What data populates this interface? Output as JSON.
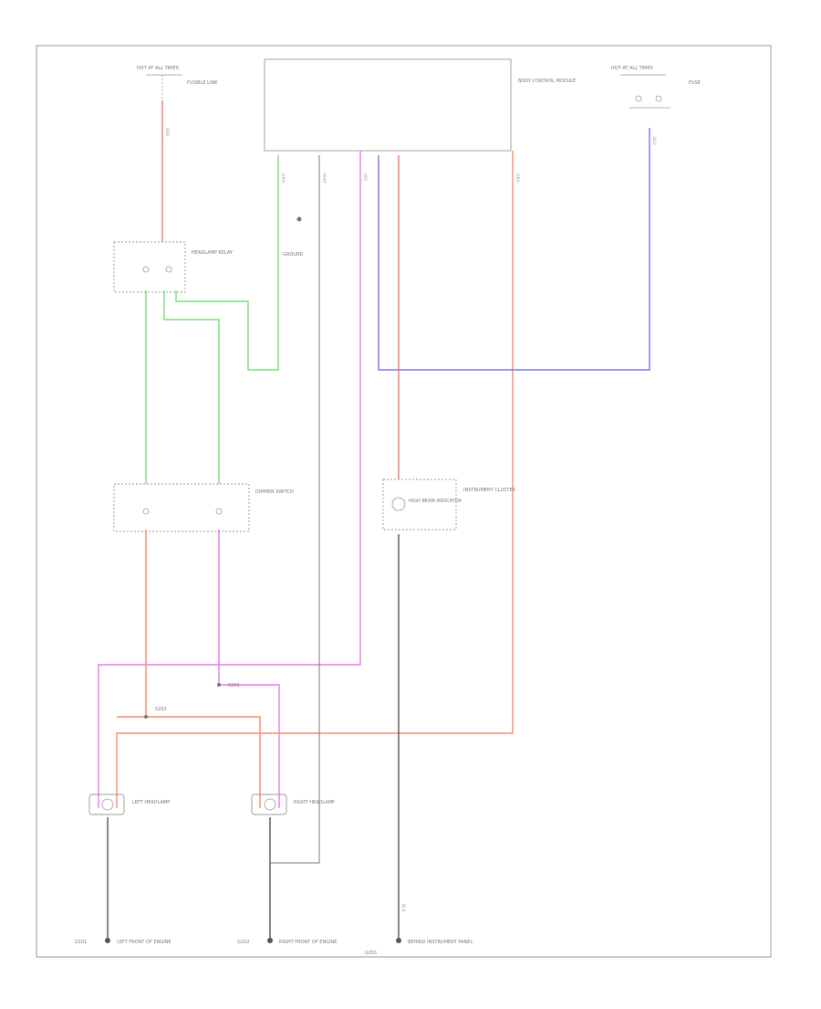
{
  "diagram": {
    "figure_id": "",
    "labels": {
      "hot_top_left": "HOT AT ALL TIMES",
      "fuse_top_left": "FUSIBLE LINK",
      "hot_top_right": "HOT AT ALL TIMES",
      "fuse_top_right": "FUSE",
      "main_module": "BODY CONTROL MODULE",
      "relay": "HEADLAMP RELAY",
      "ground_module": "GROUND",
      "switch": "DIMMER SWITCH",
      "cluster": "INSTRUMENT CLUSTER",
      "cluster_inner": "HIGH BEAM INDICATOR",
      "splice1": "S201",
      "splice2": "S202",
      "left_lamp": "LEFT HEADLAMP",
      "right_lamp": "RIGHT HEADLAMP",
      "g1_id": "G101",
      "g1_name": "LEFT FRONT OF ENGINE",
      "g2_id": "G102",
      "g2_name": "RIGHT FRONT OF ENGINE",
      "g3_id": "G201",
      "g3_name": "BEHIND INSTRUMENT PANEL",
      "wire_red": "RED",
      "wire_grn": "GRN",
      "wire_vio": "VIO",
      "wire_blu": "BLU",
      "wire_org": "ORG",
      "wire_blk": "BLK",
      "wire_wht": "WHT"
    },
    "colors": {
      "red": "#ee7777",
      "green": "#77dd77",
      "violet": "#ee77ee",
      "blue": "#7777dd",
      "orange": "#ff8866",
      "black": "#555555"
    }
  }
}
